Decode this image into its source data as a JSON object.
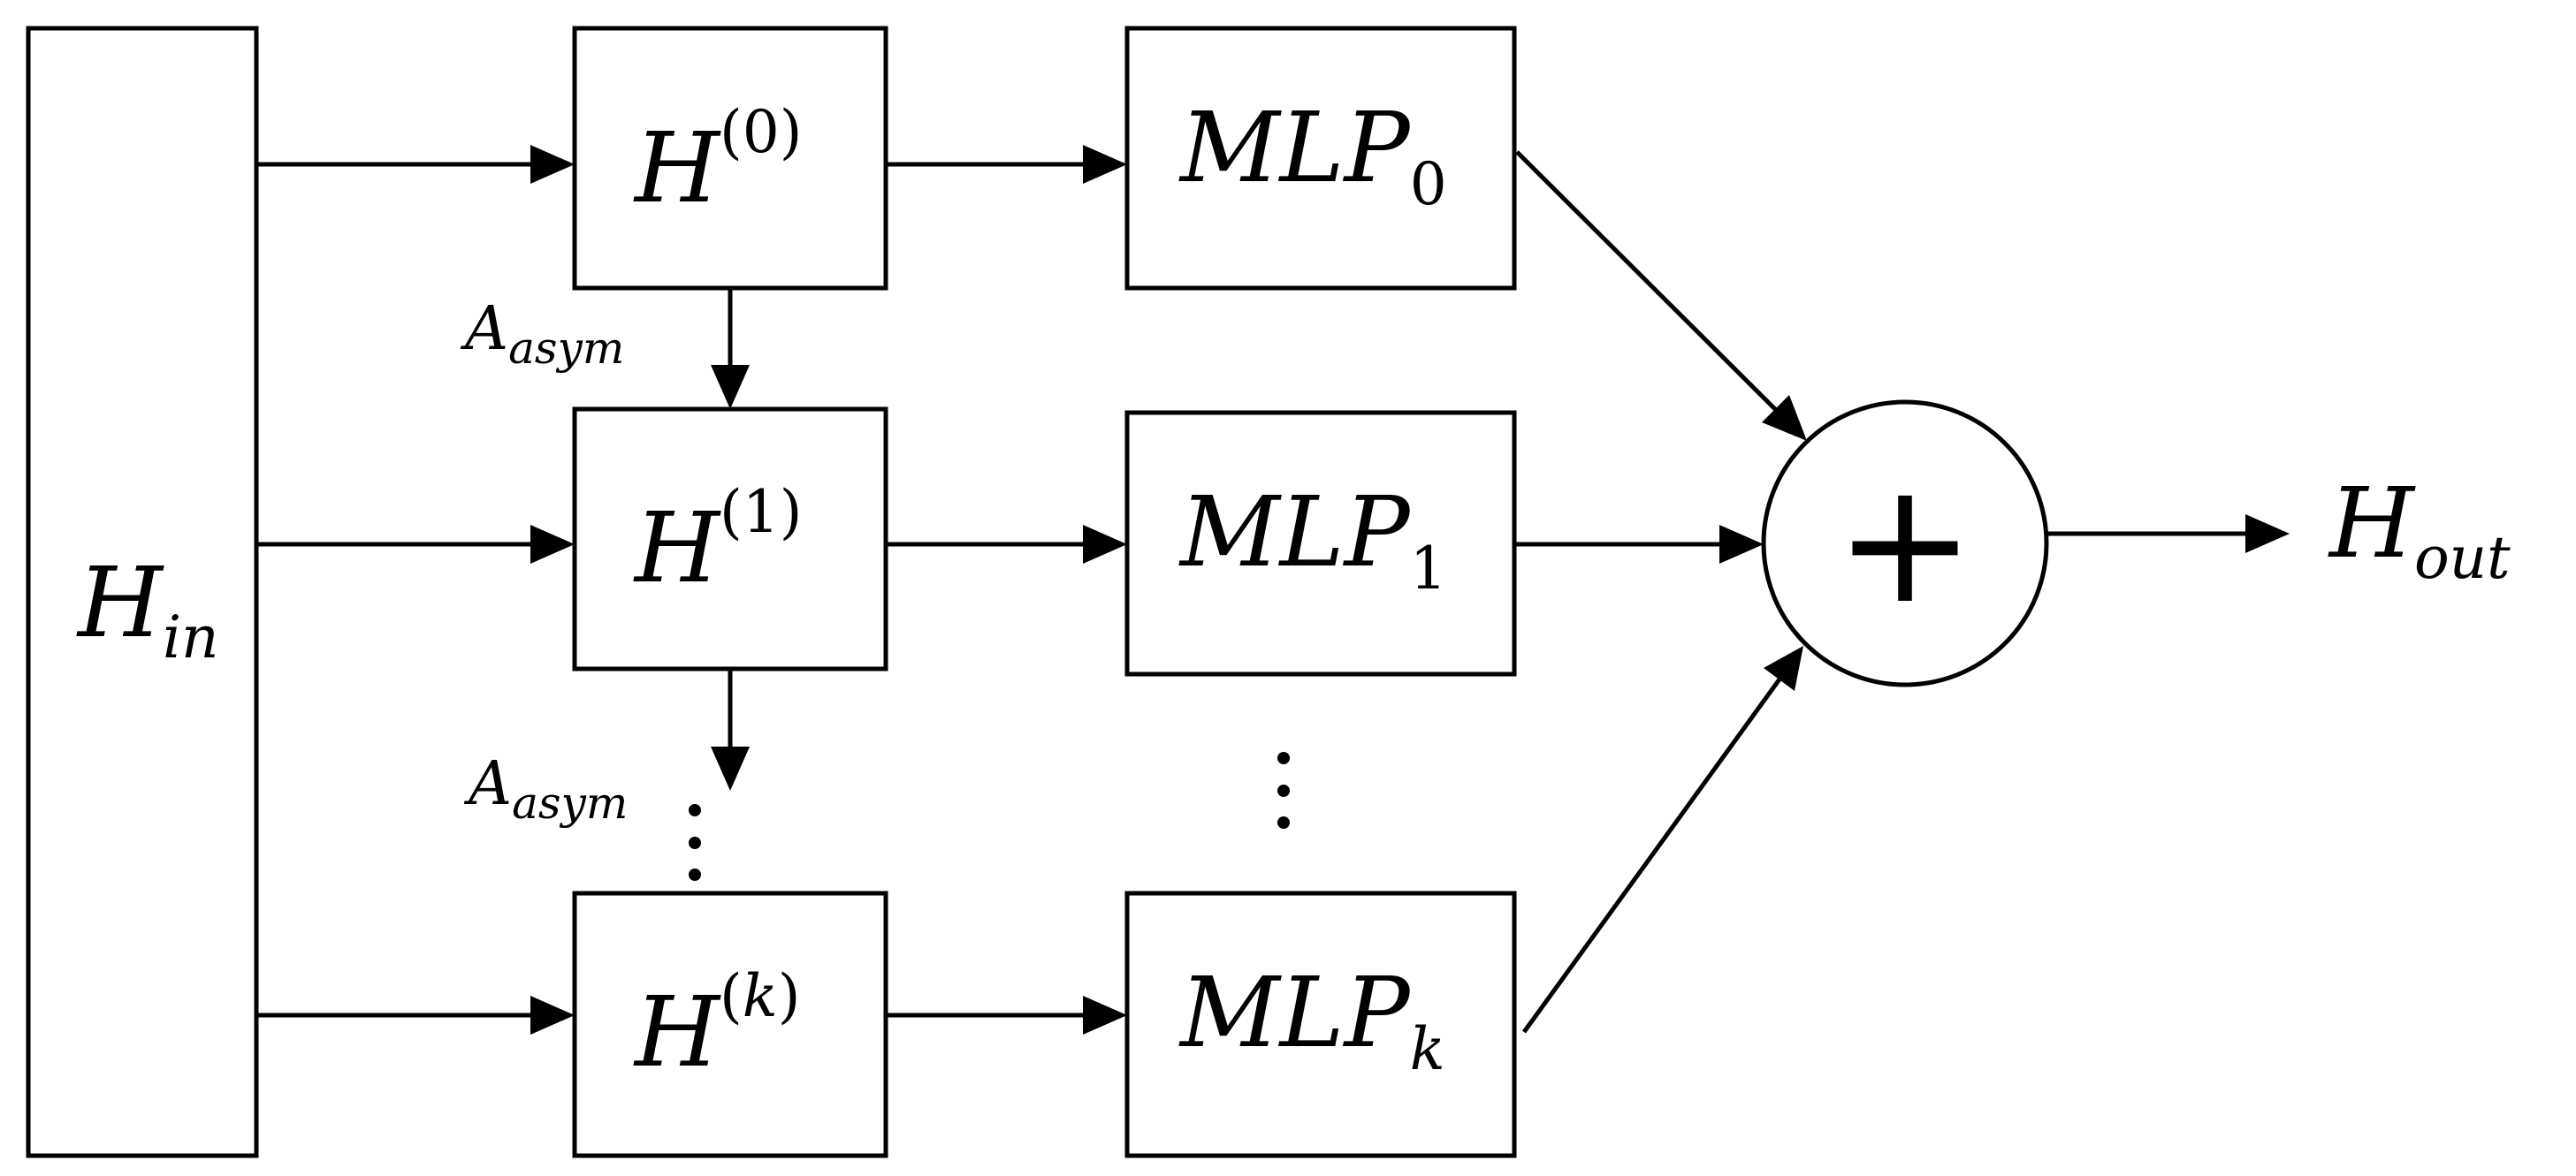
{
  "diagram": {
    "input": {
      "base": "H",
      "sub": "in"
    },
    "output": {
      "base": "H",
      "sub": "out"
    },
    "hops": [
      {
        "base": "H",
        "sup_open": "(",
        "sup": "0",
        "sup_close": ")"
      },
      {
        "base": "H",
        "sup_open": "(",
        "sup": "1",
        "sup_close": ")"
      },
      {
        "base": "H",
        "sup_open": "(",
        "sup": "k",
        "sup_close": ")"
      }
    ],
    "mlps": [
      {
        "base": "MLP",
        "sub": "0"
      },
      {
        "base": "MLP",
        "sub": "1"
      },
      {
        "base": "MLP",
        "sub": "k"
      }
    ],
    "propagation_labels": [
      {
        "base": "A",
        "sub": "asym"
      },
      {
        "base": "A",
        "sub": "asym"
      }
    ],
    "aggregator_symbol": "+",
    "ellipsis": "⋮"
  }
}
